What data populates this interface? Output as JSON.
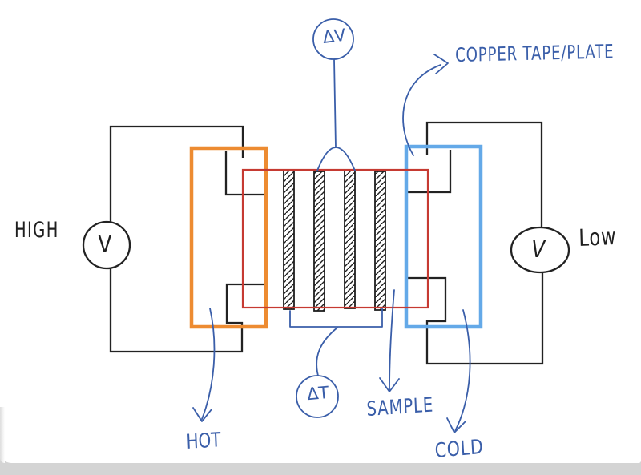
{
  "colors": {
    "ink_black": "#222222",
    "ink_blue": "#3a5ea9",
    "hot_plate_orange": "#ed8b31",
    "cold_plate_blue": "#64a9e8",
    "sample_frame_red": "#c63a32",
    "page_edge_gray": "#d4d4d4"
  },
  "labels": {
    "high": "HIGH",
    "low": "Low",
    "copper_tape": "COPPER TAPE/PLATE",
    "hot": "HOT",
    "cold": "COLD",
    "sample": "SAMPLE",
    "delta_v": "ΔV",
    "delta_t": "ΔT",
    "voltmeter_left": "V",
    "voltmeter_right": "V"
  }
}
